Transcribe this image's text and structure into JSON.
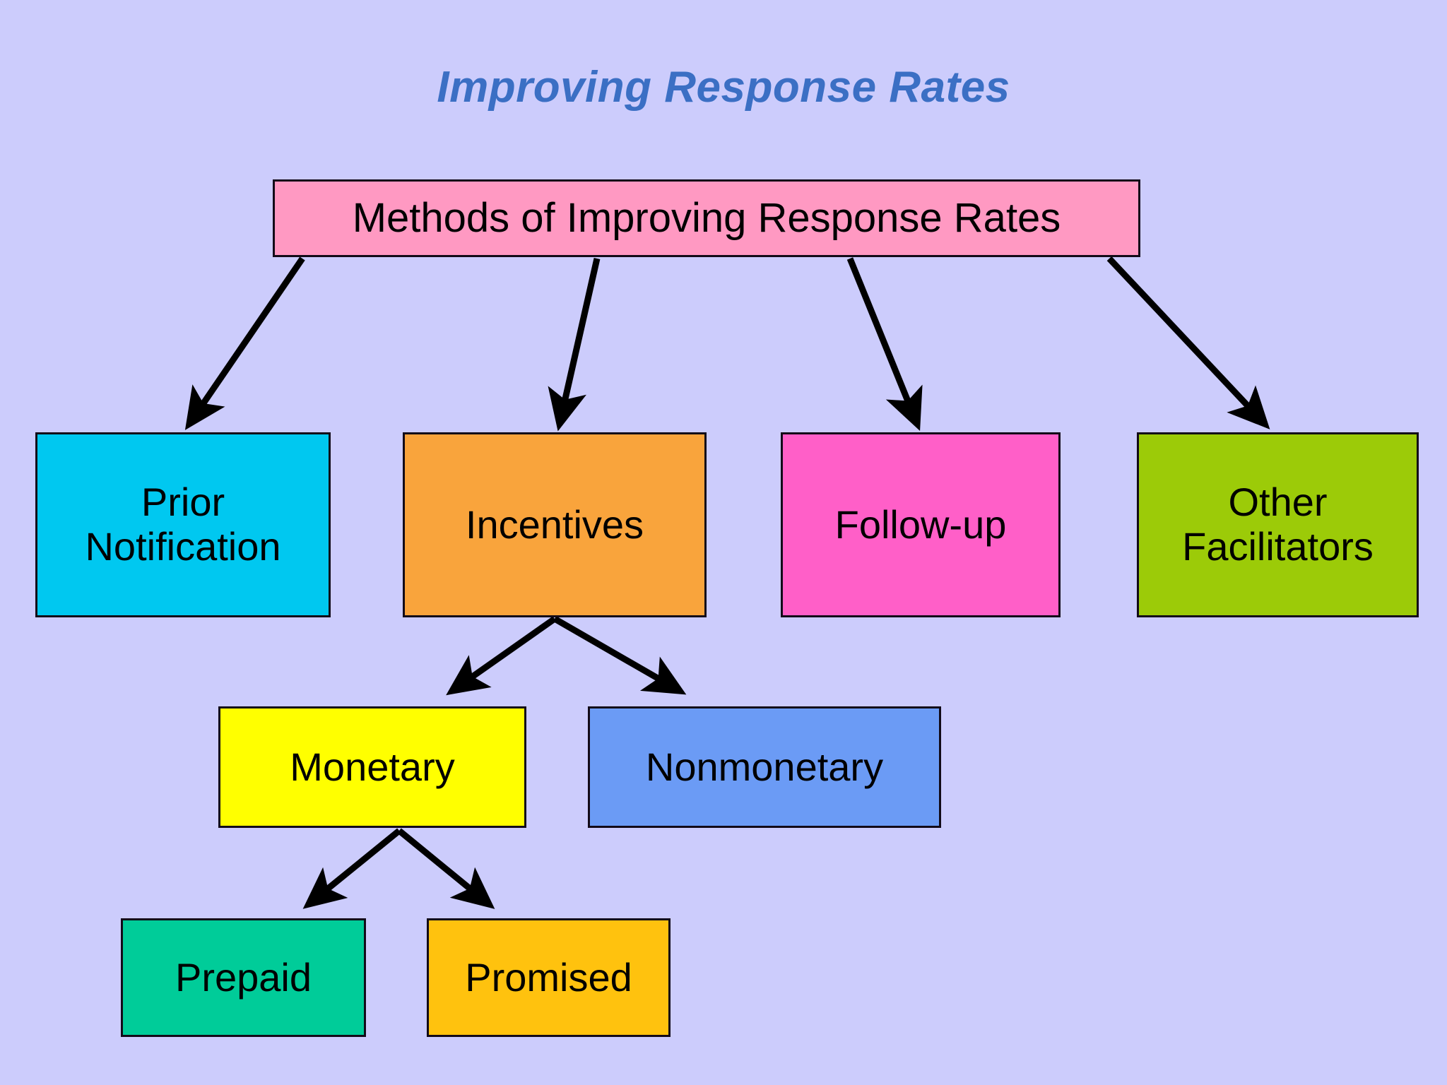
{
  "title": "Improving Response Rates",
  "title_color": "#3b6fc4",
  "background_color": "#ccccfc",
  "nodes": {
    "root": {
      "label": "Methods of Improving Response Rates",
      "color": "#ff99c2"
    },
    "prior": {
      "label": "Prior\nNotification",
      "color": "#00c8f0"
    },
    "incentives": {
      "label": "Incentives",
      "color": "#f9a43c"
    },
    "followup": {
      "label": "Follow-up",
      "color": "#ff5fc8"
    },
    "other": {
      "label": "Other\nFacilitators",
      "color": "#9ccb08"
    },
    "monetary": {
      "label": "Monetary",
      "color": "#ffff00"
    },
    "nonmonetary": {
      "label": "Nonmonetary",
      "color": "#6b9bf5"
    },
    "prepaid": {
      "label": "Prepaid",
      "color": "#00cc99"
    },
    "promised": {
      "label": "Promised",
      "color": "#ffc20e"
    }
  },
  "edges": [
    {
      "from": "root",
      "to": "prior"
    },
    {
      "from": "root",
      "to": "incentives"
    },
    {
      "from": "root",
      "to": "followup"
    },
    {
      "from": "root",
      "to": "other"
    },
    {
      "from": "incentives",
      "to": "monetary"
    },
    {
      "from": "incentives",
      "to": "nonmonetary"
    },
    {
      "from": "monetary",
      "to": "prepaid"
    },
    {
      "from": "monetary",
      "to": "promised"
    }
  ],
  "edge_color": "#000000"
}
